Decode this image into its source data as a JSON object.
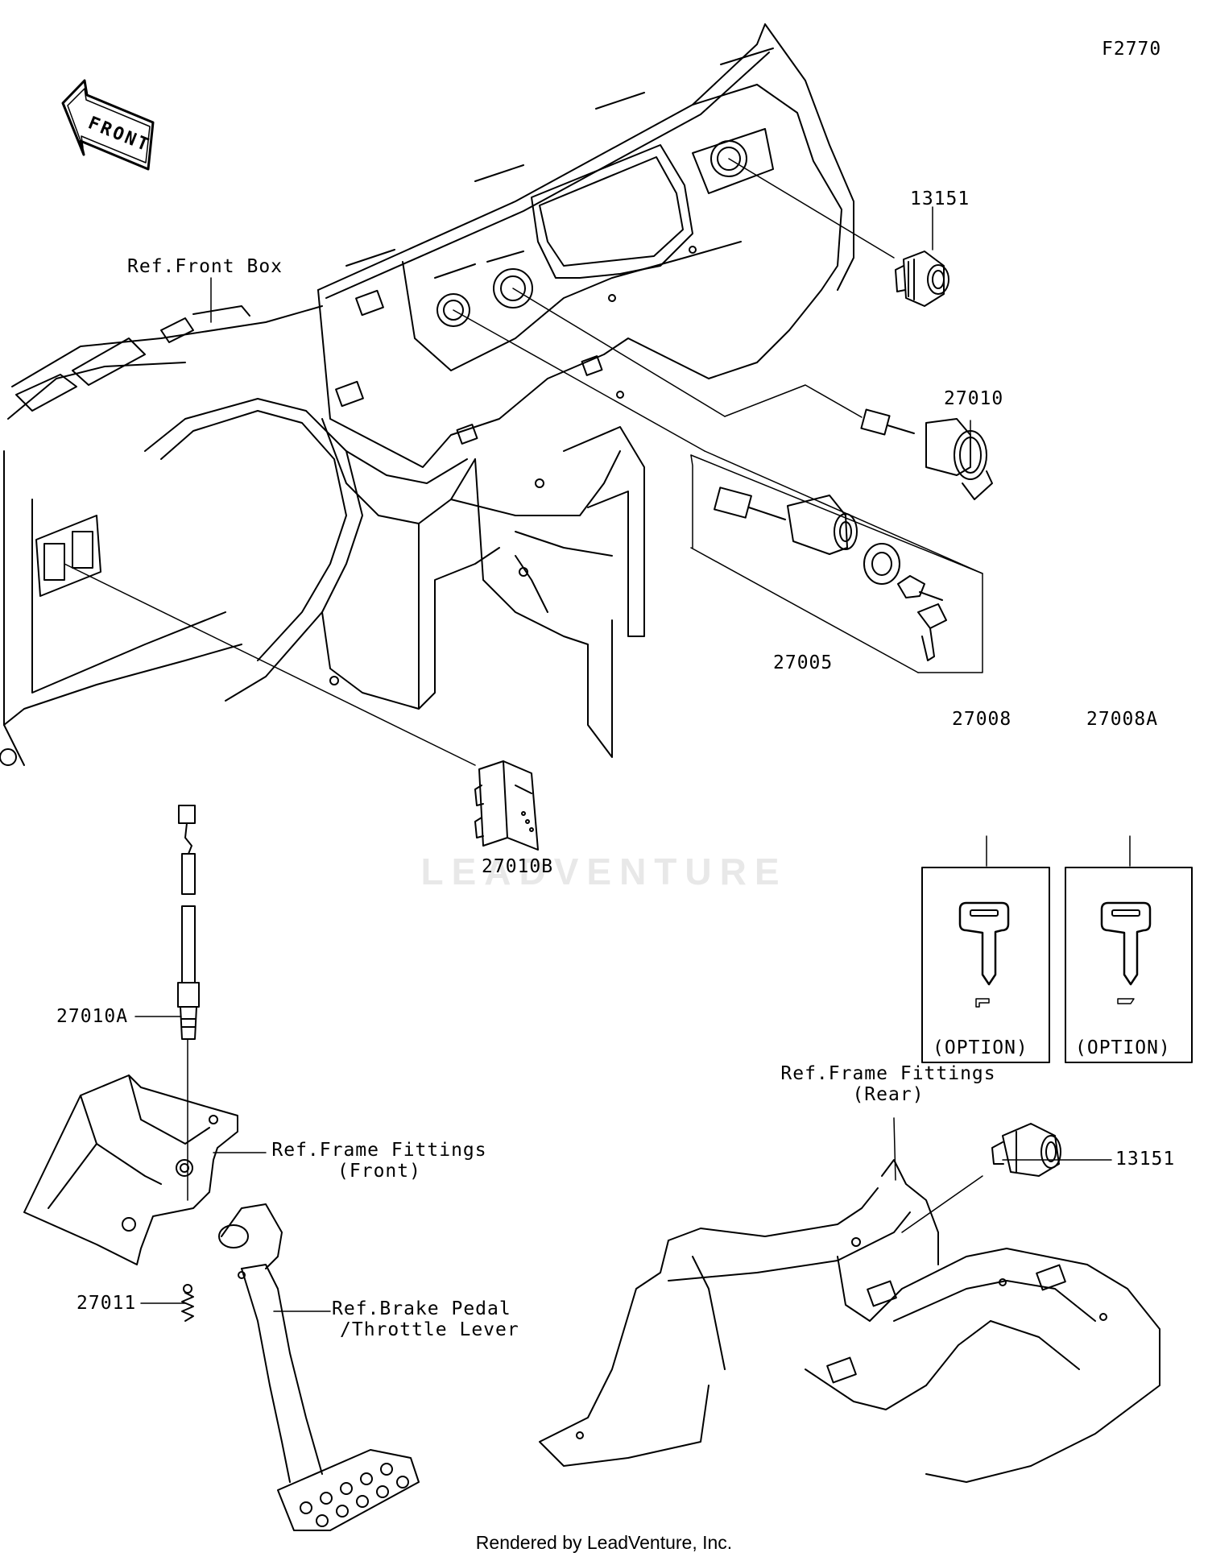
{
  "diagram_code": "F2770",
  "front_arrow_text": "FRONT",
  "parts": {
    "p13151_top": "13151",
    "p27010": "27010",
    "p27005": "27005",
    "p27008": "27008",
    "p27008A": "27008A",
    "p27010B": "27010B",
    "p27010A": "27010A",
    "p27011": "27011",
    "p13151_bottom": "13151"
  },
  "options": {
    "key1": "(OPTION)",
    "key2": "(OPTION)"
  },
  "refs": {
    "front_box": "Ref.Front Box",
    "frame_front_1": "Ref.Frame Fittings",
    "frame_front_2": "(Front)",
    "frame_rear_1": "Ref.Frame Fittings",
    "frame_rear_2": "(Rear)",
    "brake_1": "Ref.Brake Pedal",
    "brake_2": "/Throttle Lever"
  },
  "watermark": "LEADVENTURE",
  "footer": "Rendered by LeadVenture, Inc."
}
